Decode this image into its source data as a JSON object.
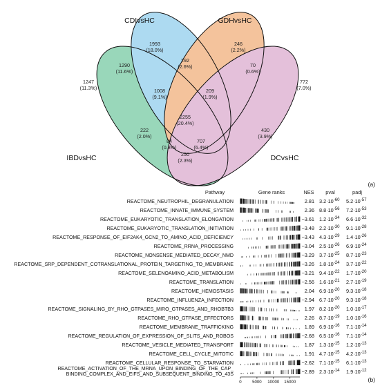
{
  "venn": {
    "panel_label": "(a)",
    "set_labels": {
      "ibd": "IBDvsHC",
      "cd": "CDIvsHC",
      "gd": "GDHvsHC",
      "dc": "DCvsHC"
    },
    "set_colors": {
      "ibd": "#5cbf90",
      "cd": "#7cc4ea",
      "gd": "#eea060",
      "dc": "#d59ac4"
    },
    "regions": [
      {
        "count": "1993",
        "pct": "(18.0%)",
        "name": "cd-only"
      },
      {
        "count": "246",
        "pct": "(2.2%)",
        "name": "gd-only"
      },
      {
        "count": "292",
        "pct": "(2.6%)",
        "name": "cd-gd"
      },
      {
        "count": "1290",
        "pct": "(11.6%)",
        "name": "ibd-cd"
      },
      {
        "count": "70",
        "pct": "(0.6%)",
        "name": "gd-dc"
      },
      {
        "count": "1247",
        "pct": "(11.3%)",
        "name": "ibd-only"
      },
      {
        "count": "772",
        "pct": "(7.0%)",
        "name": "dc-only"
      },
      {
        "count": "1008",
        "pct": "(9.1%)",
        "name": "ibd-cd-gd"
      },
      {
        "count": "209",
        "pct": "(1.9%)",
        "name": "cd-gd-dc"
      },
      {
        "count": "2255",
        "pct": "(20.4%)",
        "name": "all-four"
      },
      {
        "count": "222",
        "pct": "(2.0%)",
        "name": "ibd-gd"
      },
      {
        "count": "430",
        "pct": "(3.9%)",
        "name": "cd-dc"
      },
      {
        "count": "84",
        "pct": "(0.8%)",
        "name": "ibd-gd-dc"
      },
      {
        "count": "707",
        "pct": "(6.4%)",
        "name": "ibd-cd-dc"
      },
      {
        "count": "250",
        "pct": "(2.3%)",
        "name": "ibd-dc"
      }
    ]
  },
  "gsea": {
    "panel_label": "(b)",
    "headers": {
      "pathway": "Pathway",
      "ranks": "Gene ranks",
      "nes": "NES",
      "pval": "pval",
      "padj": "padj"
    },
    "axis_ticks": [
      "0",
      "5000",
      "10000",
      "15000"
    ],
    "axis_max": 18000,
    "rows": [
      {
        "pathway": "REACTOME_NEUTROPHIL_DEGRANULATION",
        "nes": "2.81",
        "pval_m": "3.2",
        "pval_e": "-60",
        "padj_m": "5.2",
        "padj_e": "-57",
        "dir": "up"
      },
      {
        "pathway": "REACTOME_INNATE_IMMUNE_SYSTEM",
        "nes": "2.36",
        "pval_m": "8.8",
        "pval_e": "-56",
        "padj_m": "7.2",
        "padj_e": "-53",
        "dir": "up"
      },
      {
        "pathway": "REACTOME_EUKARYOTIC_TRANSLATION_ELONGATION",
        "nes": "−3.61",
        "pval_m": "1.2",
        "pval_e": "-34",
        "padj_m": "6.6",
        "padj_e": "-32",
        "dir": "down"
      },
      {
        "pathway": "REACTOME_EUKARYOTIC_TRANSLATION_INITIATION",
        "nes": "−3.48",
        "pval_m": "2.2",
        "pval_e": "-30",
        "padj_m": "9.1",
        "padj_e": "-28",
        "dir": "down"
      },
      {
        "pathway": "REACTOME_RESPONSE_OF_EIF2AK4_GCN2_TO_AMINO_ACID_DEFICIENCY",
        "nes": "−3.43",
        "pval_m": "4.3",
        "pval_e": "-29",
        "padj_m": "1.4",
        "padj_e": "-26",
        "dir": "down"
      },
      {
        "pathway": "REACTOME_RRNA_PROCESSING",
        "nes": "−3.04",
        "pval_m": "2.5",
        "pval_e": "-26",
        "padj_m": "6.9",
        "padj_e": "-24",
        "dir": "down"
      },
      {
        "pathway": "REACTOME_NONSENSE_MEDIATED_DECAY_NMD",
        "nes": "−3.29",
        "pval_m": "3.7",
        "pval_e": "-25",
        "padj_m": "8.7",
        "padj_e": "-23",
        "dir": "down"
      },
      {
        "pathway": "REACTOME_SRP_DEPENDENT_COTRANSLATIONAL_PROTEIN_TARGETING_TO_MEMBRANE",
        "nes": "−3.26",
        "pval_m": "1.8",
        "pval_e": "-24",
        "padj_m": "3.7",
        "padj_e": "-22",
        "dir": "down"
      },
      {
        "pathway": "REACTOME_SELENOAMINO_ACID_METABOLISM",
        "nes": "−3.21",
        "pval_m": "9.4",
        "pval_e": "-22",
        "padj_m": "1.7",
        "padj_e": "-20",
        "dir": "down"
      },
      {
        "pathway": "REACTOME_TRANSLATION",
        "nes": "−2.56",
        "pval_m": "1.6",
        "pval_e": "-21",
        "padj_m": "2.7",
        "padj_e": "-19",
        "dir": "down"
      },
      {
        "pathway": "REACTOME_HEMOSTASIS",
        "nes": "2.04",
        "pval_m": "6.9",
        "pval_e": "-20",
        "padj_m": "9.3",
        "padj_e": "-18",
        "dir": "up"
      },
      {
        "pathway": "REACTOME_INFLUENZA_INFECTION",
        "nes": "−2.94",
        "pval_m": "6.7",
        "pval_e": "-20",
        "padj_m": "9.3",
        "padj_e": "-18",
        "dir": "down"
      },
      {
        "pathway": "REACTOME_SIGNALING_BY_RHO_GTPASES_MIRO_GTPASES_AND_RHOBTB3",
        "nes": "1.97",
        "pval_m": "8.2",
        "pval_e": "-20",
        "padj_m": "1.0",
        "padj_e": "-17",
        "dir": "up"
      },
      {
        "pathway": "REACTOME_RHO_GTPASE_EFFECTORS",
        "nes": "2.26",
        "pval_m": "8.7",
        "pval_e": "-19",
        "padj_m": "1.0",
        "padj_e": "-16",
        "dir": "up"
      },
      {
        "pathway": "REACTOME_MEMBRANE_TRAFFICKING",
        "nes": "1.89",
        "pval_m": "6.9",
        "pval_e": "-16",
        "padj_m": "7.1",
        "padj_e": "-14",
        "dir": "up"
      },
      {
        "pathway": "REACTOME_REGULATION_OF_EXPRESSION_OF_SLITS_AND_ROBOS",
        "nes": "−2.68",
        "pval_m": "6.5",
        "pval_e": "-16",
        "padj_m": "7.1",
        "padj_e": "-14",
        "dir": "down"
      },
      {
        "pathway": "REACTOME_VESICLE_MEDIATED_TRANSPORT",
        "nes": "1.87",
        "pval_m": "1.3",
        "pval_e": "-15",
        "padj_m": "1.2",
        "padj_e": "-13",
        "dir": "up"
      },
      {
        "pathway": "REACTOME_CELL_CYCLE_MITOTIC",
        "nes": "1.91",
        "pval_m": "4.7",
        "pval_e": "-15",
        "padj_m": "4.2",
        "padj_e": "-13",
        "dir": "up"
      },
      {
        "pathway": "REACTOME_CELLULAR_RESPONSE_TO_STARVATION",
        "nes": "−2.62",
        "pval_m": "7.1",
        "pval_e": "-15",
        "padj_m": "6.1",
        "padj_e": "-13",
        "dir": "down"
      },
      {
        "pathway": "REACTOME_ACTIVATION_OF_THE_MRNA_UPON_BINDING_OF_THE_CAP_BINDING_COMPLEX_AND_EIFS_AND_SUBSEQUENT_BINDING_TO_43S",
        "line1": "REACTOME_ACTIVATION_OF_THE_MRNA_UPON_BINDING_OF_THE_CAP_",
        "line2": "BINDING_COMPLEX_AND_EIFS_AND_SUBSEQUENT_BINDING_TO_43S",
        "nes": "−2.89",
        "pval_m": "2.3",
        "pval_e": "-14",
        "padj_m": "1.9",
        "padj_e": "-12",
        "dir": "down"
      }
    ]
  }
}
